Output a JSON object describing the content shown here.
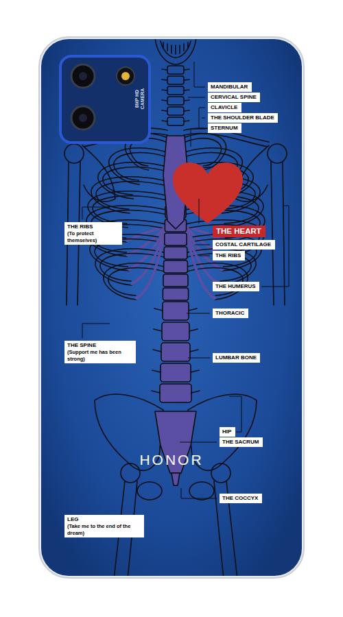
{
  "diagram": {
    "nodes": [
      {
        "text": [
          "MANDIBULAR"
        ]
      },
      {
        "text": [
          "CERVICAL SPINE"
        ]
      },
      {
        "text": [
          "CLAVICLE"
        ]
      },
      {
        "text": [
          "THE SHOULDER BLADE"
        ]
      },
      {
        "text": [
          "STERNUM"
        ]
      },
      {
        "text": [
          "THE RIBS",
          "(To protect themselves)"
        ]
      },
      {
        "text": [
          "THE HEART"
        ]
      },
      {
        "text": [
          "COSTAL CARTILAGE"
        ]
      },
      {
        "text": [
          "THE RIBS"
        ]
      },
      {
        "text": [
          "THE HUMERUS"
        ]
      },
      {
        "text": [
          "THORACIC"
        ]
      },
      {
        "text": [
          "THE SPINE",
          "(Support me has been strong)"
        ]
      },
      {
        "text": [
          "LUMBAR BONE"
        ]
      },
      {
        "text": [
          "HIP"
        ]
      },
      {
        "text": [
          "THE SACRUM"
        ]
      },
      {
        "text": [
          "THE COCCYX"
        ]
      },
      {
        "text": [
          "LEG",
          "(Take me to the end of the dream)"
        ]
      }
    ],
    "labels": [
      "8MP HD CAMERA",
      "HONOR"
    ]
  }
}
